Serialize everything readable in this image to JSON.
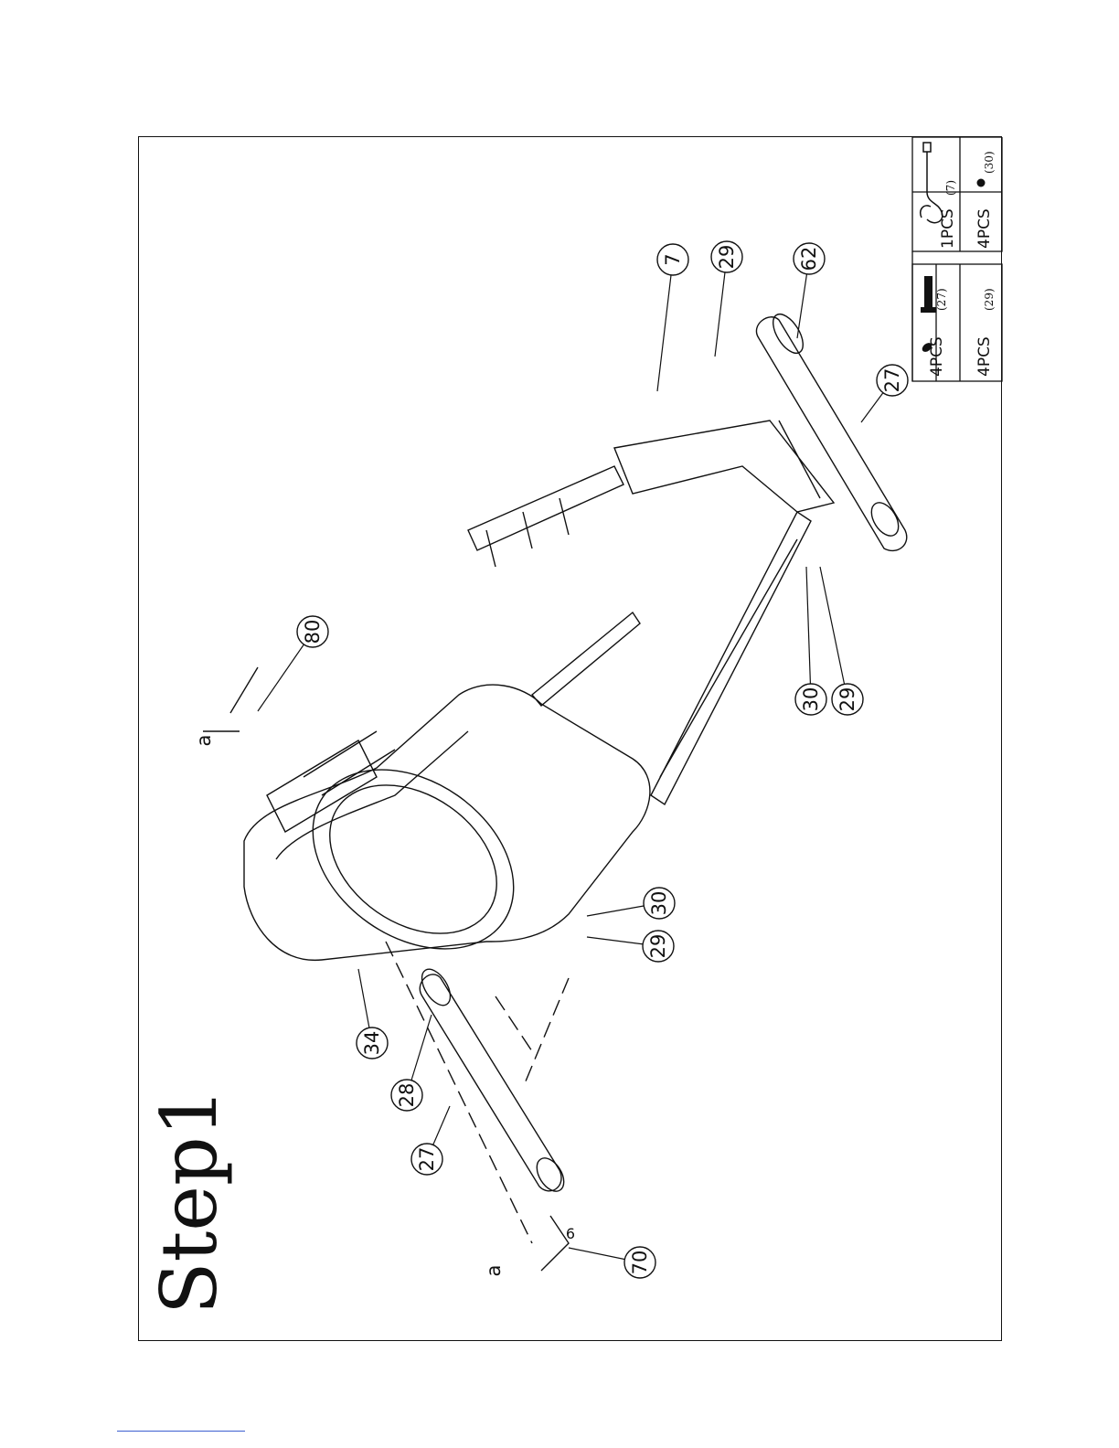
{
  "step_title": "Step1",
  "hardware_table": {
    "columns": [
      {
        "rows": [
          {
            "qty": "4PCS",
            "part_no": "(27)",
            "icon": "bolt-icon"
          },
          {
            "qty": "4PCS",
            "part_no": "(29)",
            "icon": "washer-icon"
          }
        ]
      },
      {
        "rows": [
          {
            "qty": "1PCS",
            "part_no": "(7)",
            "icon": "sensor-cable-icon"
          },
          {
            "qty": "4PCS",
            "part_no": "(30)",
            "icon": "nut-icon"
          }
        ]
      }
    ]
  },
  "callouts": [
    {
      "label": "7"
    },
    {
      "label": "29"
    },
    {
      "label": "62"
    },
    {
      "label": "27"
    },
    {
      "label": "80"
    },
    {
      "label": "30"
    },
    {
      "label": "29"
    },
    {
      "label": "30"
    },
    {
      "label": "29"
    },
    {
      "label": "34"
    },
    {
      "label": "28"
    },
    {
      "label": "27"
    },
    {
      "label": "70"
    }
  ],
  "letter_labels": [
    {
      "label": "a"
    },
    {
      "label": "a"
    }
  ],
  "plain_labels": [
    {
      "label": "6"
    }
  ]
}
